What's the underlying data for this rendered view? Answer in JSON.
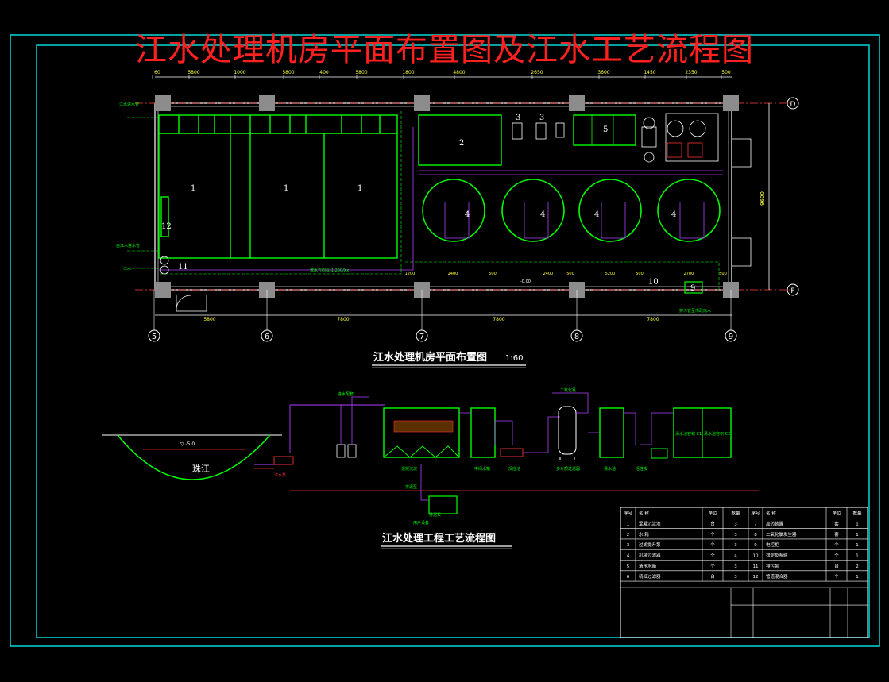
{
  "main_title": "江水处理机房平面布置图及江水工艺流程图",
  "plan": {
    "caption": "江水处理机房平面布置图",
    "scale": "1:60",
    "top_dims": [
      "60",
      "5800",
      "1000",
      "5800",
      "400",
      "5800",
      "1800",
      "4800",
      "2650",
      "3600",
      "1450",
      "2350",
      "500"
    ],
    "bottom_dims": [
      "5800",
      "7800",
      "7800",
      "7800"
    ],
    "interior_dims": [
      "1200",
      "2400",
      "500",
      "2400",
      "500",
      "5200",
      "500",
      "2700",
      "500"
    ],
    "overall_dim": "9600",
    "grid_cols": [
      "5",
      "6",
      "7",
      "8",
      "9"
    ],
    "grid_rows": [
      "D",
      "F"
    ],
    "room_labels": [
      "1",
      "1",
      "1",
      "2",
      "3",
      "3",
      "5",
      "4",
      "4",
      "4",
      "4",
      "12",
      "11",
      "9",
      "10"
    ],
    "pipe_notes": [
      "江水进水管",
      "自江水进水管",
      "江水",
      "排污管至市政雨水",
      "流水方向以-1.200/Xx"
    ],
    "elevation_label": "-0.00"
  },
  "process": {
    "caption": "江水处理工程工艺流程图",
    "river_label": "珠江",
    "water_level": "▽ -5.0",
    "labels": [
      "进水配套",
      "混凝沉淀",
      "排泥至",
      "中间水箱",
      "反应池",
      "多介质过滤器",
      "清水池",
      "活性炭",
      "二氧化氯",
      "用户设备",
      "江水泵",
      "排泥泵"
    ],
    "tank_labels": [
      "清水池容积 C1",
      "清水池容积 C2"
    ]
  },
  "equipment_table": {
    "headers": [
      "序号",
      "名 称",
      "单位",
      "数量",
      "序号",
      "名 称",
      "单位",
      "数量"
    ],
    "rows": [
      [
        "1",
        "混凝沉淀池",
        "台",
        "3",
        "7",
        "加药装置",
        "套",
        "1"
      ],
      [
        "2",
        "水 箱",
        "个",
        "3",
        "8",
        "二氧化氯发生器",
        "套",
        "1"
      ],
      [
        "3",
        "过滤提升泵",
        "个",
        "3",
        "9",
        "电控柜",
        "个",
        "1"
      ],
      [
        "4",
        "机械过滤器",
        "个",
        "4",
        "10",
        "排泥泵系统",
        "个",
        "1"
      ],
      [
        "5",
        "清水水箱",
        "个",
        "3",
        "11",
        "排污泵",
        "台",
        "2"
      ],
      [
        "6",
        "精细过滤器",
        "台",
        "3",
        "12",
        "管道混合器",
        "个",
        "1"
      ]
    ]
  },
  "colors": {
    "frame": "#00d8d8",
    "wall": "#ffffff",
    "equipment": "#00ff00",
    "title": "#ff2020",
    "pipe_purple": "#b040ff",
    "pipe_red": "#ff3030",
    "dim": "#ffff40",
    "column": "#8c8c8c"
  }
}
